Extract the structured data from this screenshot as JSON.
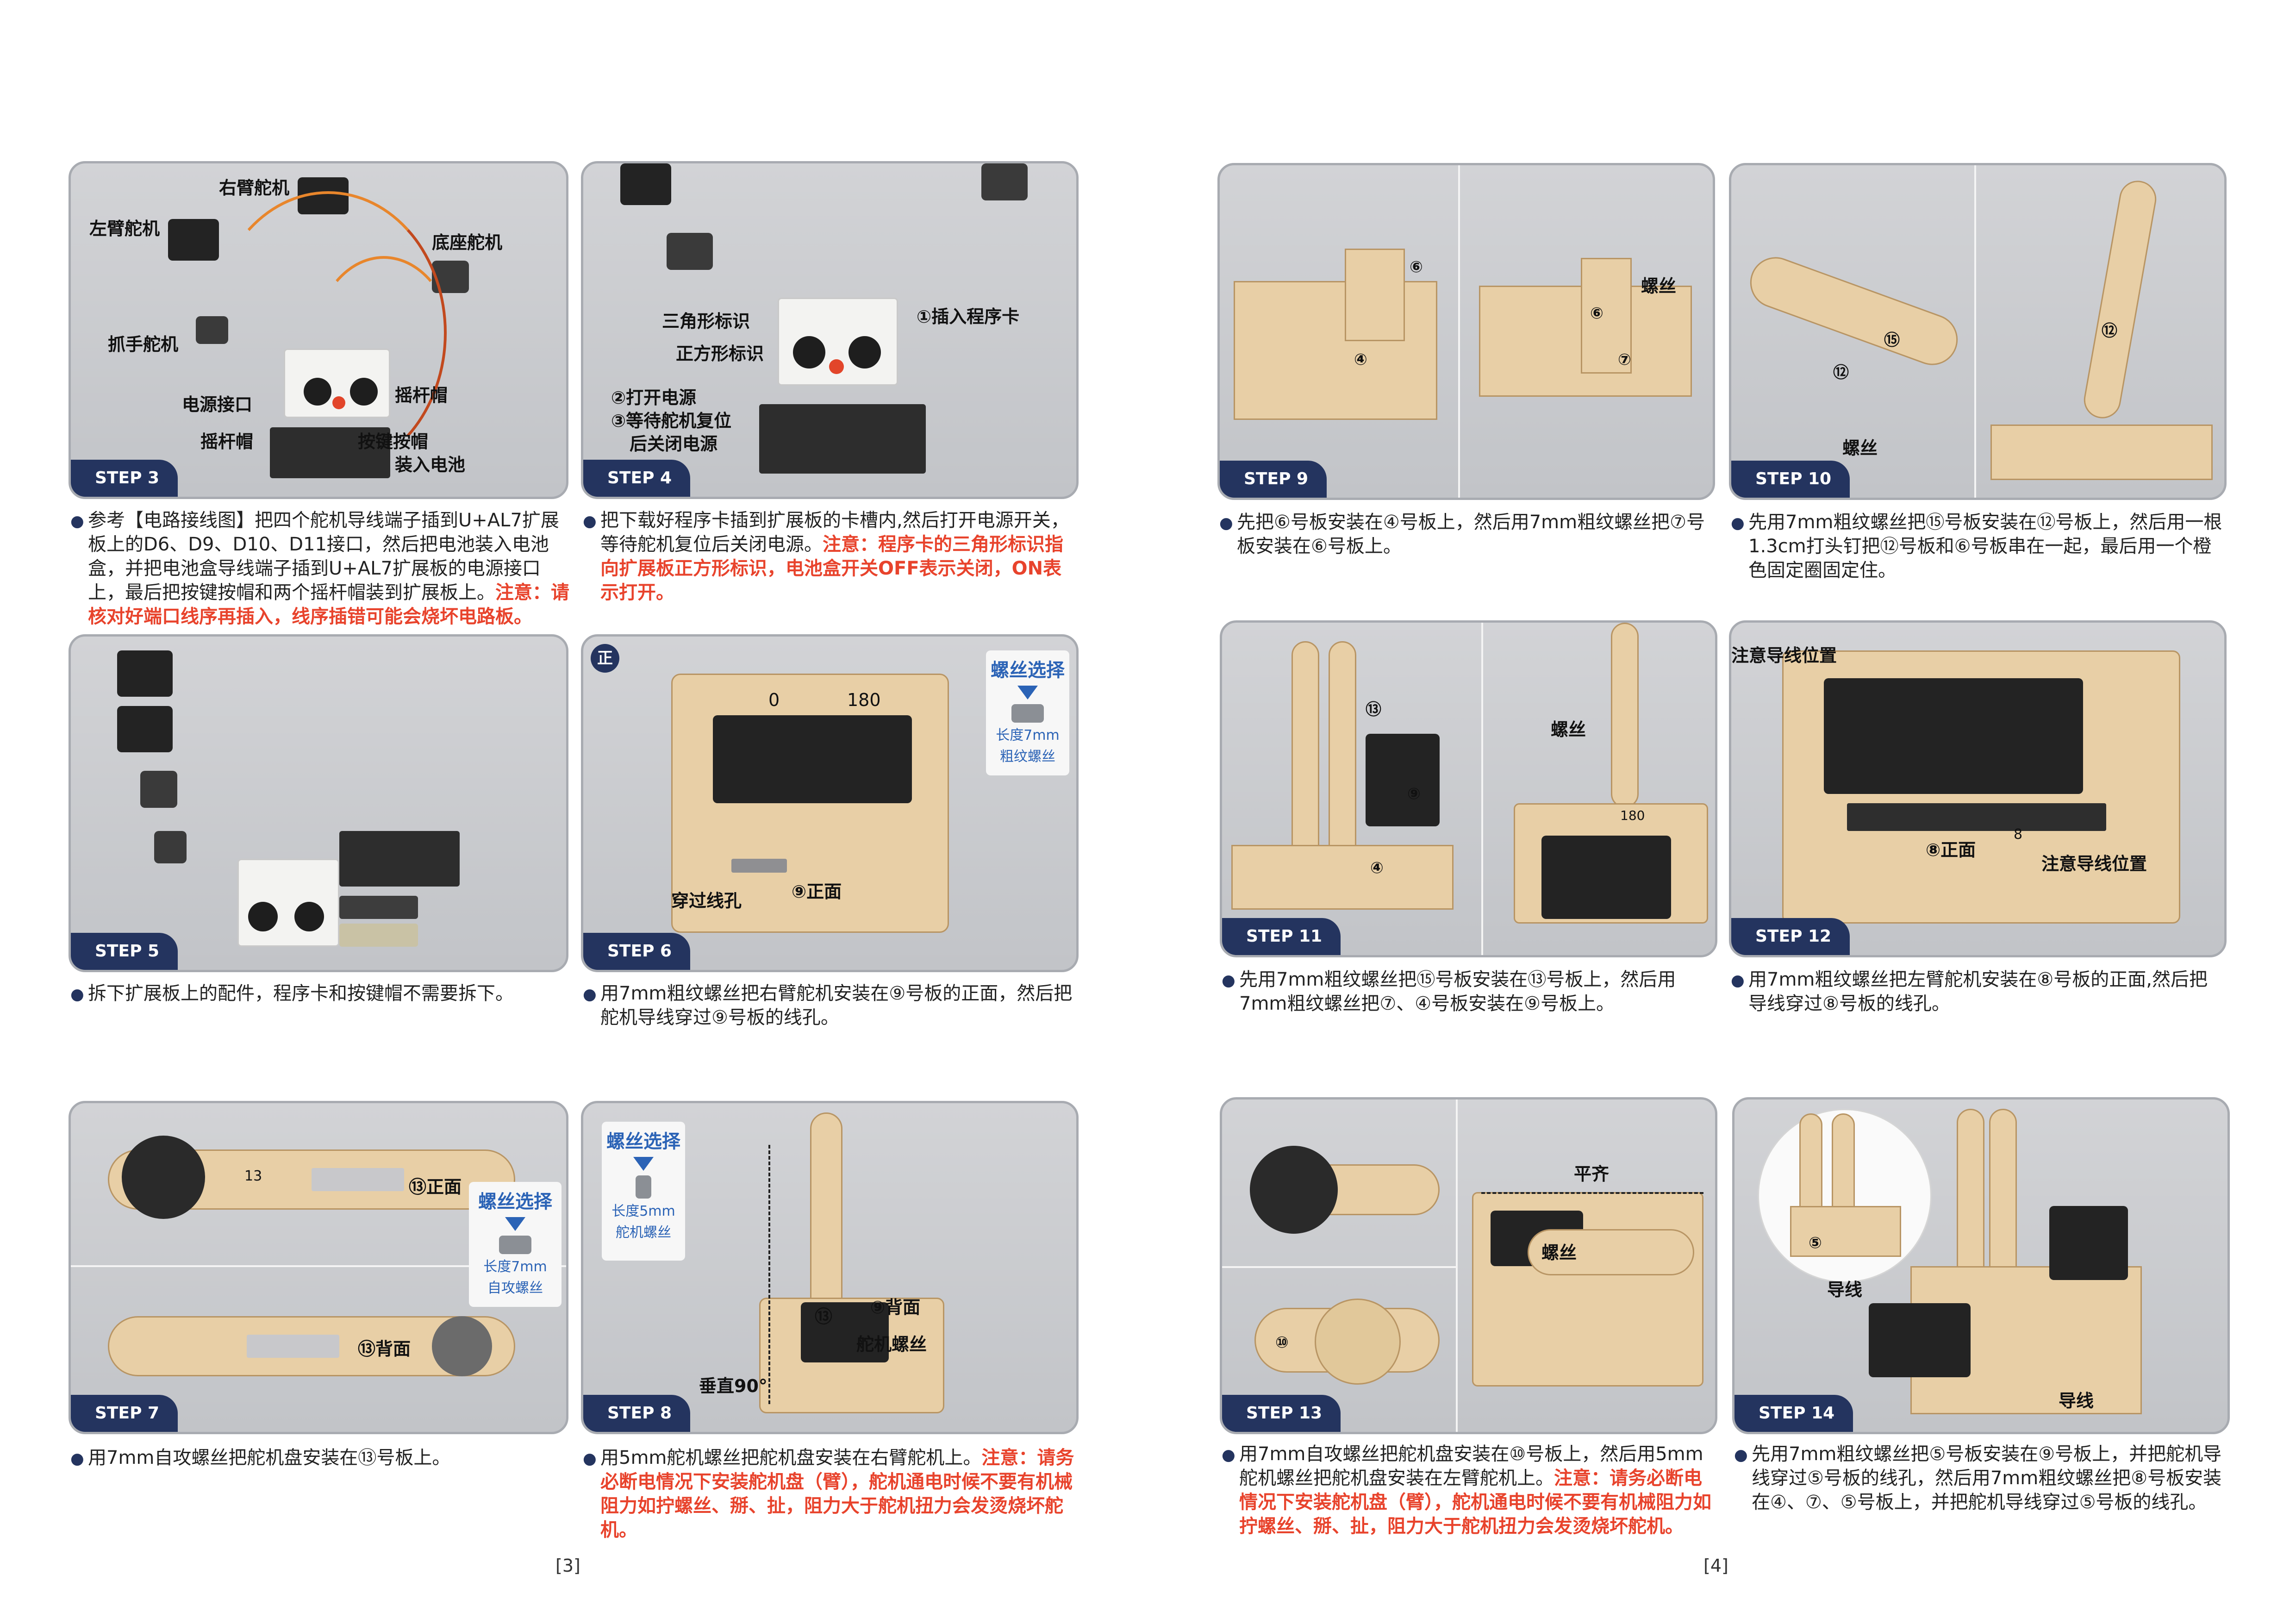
{
  "colors": {
    "navy": "#24345f",
    "note_red": "#e8432c",
    "callout_blue": "#2b63b6",
    "wood": "#e8cfa6"
  },
  "left_page": {
    "page_number": "[3]",
    "steps": {
      "s3": {
        "badge": "STEP 3",
        "labels": {
          "right_arm": "右臂舵机",
          "left_arm": "左臂舵机",
          "base": "底座舵机",
          "gripper": "抓手舵机",
          "power_port": "电源接口",
          "joystick_cap_right": "摇杆帽",
          "joystick_cap_left": "摇杆帽",
          "button_cap": "按键按帽",
          "battery": "装入电池"
        },
        "desc": "参考【电路接线图】把四个舵机导线端子插到U+AL7扩展板上的D6、D9、D10、D11接口，然后把电池装入电池盒，并把电池盒导线端子插到U+AL7扩展板的电源接口上，最后把按键按帽和两个摇杆帽装到扩展板上。",
        "note": "注意：请核对好端口线序再插入，线序插错可能会烧坏电路板。"
      },
      "s4": {
        "badge": "STEP 4",
        "labels": {
          "triangle": "三角形标识",
          "card": "①插入程序卡",
          "square": "正方形标识",
          "power_on": "②打开电源",
          "wait": "③等待舵机复位",
          "power_off": "后关闭电源"
        },
        "desc": "把下载好程序卡插到扩展板的卡槽内,然后打开电源开关，等待舵机复位后关闭电源。",
        "note": "注意：程序卡的三角形标识指向扩展板正方形标识，电池盒开关OFF表示关闭，ON表示打开。"
      },
      "s5": {
        "badge": "STEP 5",
        "desc": "拆下扩展板上的配件，程序卡和按键帽不需要拆下。"
      },
      "s6": {
        "badge": "STEP 6",
        "side": "正",
        "labels": {
          "zero": "0",
          "one_eighty": "180",
          "wire_hole": "穿过线孔",
          "front": "⑨正面"
        },
        "callout": {
          "title": "螺丝选择",
          "line1": "长度7mm",
          "line2": "粗纹螺丝"
        },
        "desc": "用7mm粗纹螺丝把右臂舵机安装在⑨号板的正面，然后把舵机导线穿过⑨号板的线孔。"
      },
      "s7": {
        "badge": "STEP 7",
        "labels": {
          "front": "⑬正面",
          "back": "⑬背面",
          "num": "13"
        },
        "callout": {
          "title": "螺丝选择",
          "line1": "长度7mm",
          "line2": "自攻螺丝"
        },
        "desc": "用7mm自攻螺丝把舵机盘安装在⑬号板上。"
      },
      "s8": {
        "badge": "STEP 8",
        "labels": {
          "back": "⑨背面",
          "num": "⑬",
          "servo_screw": "舵机螺丝",
          "vertical": "垂直90°"
        },
        "callout": {
          "title": "螺丝选择",
          "line1": "长度5mm",
          "line2": "舵机螺丝"
        },
        "desc": "用5mm舵机螺丝把舵机盘安装在右臂舵机上。",
        "note": "注意：请务必断电情况下安装舵机盘（臂），舵机通电时候不要有机械阻力如拧螺丝、掰、扯，阻力大于舵机扭力会发烫烧坏舵机。"
      }
    }
  },
  "right_page": {
    "page_number": "[4]",
    "steps": {
      "s9": {
        "badge": "STEP 9",
        "labels": {
          "six_a": "⑥",
          "four": "④",
          "screw": "螺丝",
          "six_b": "⑥",
          "seven": "⑦"
        },
        "desc": "先把⑥号板安装在④号板上，然后用7mm粗纹螺丝把⑦号板安装在⑥号板上。"
      },
      "s10": {
        "badge": "STEP 10",
        "labels": {
          "fifteen": "⑮",
          "twelve": "⑫",
          "screw": "螺丝",
          "twelve_b": "⑫"
        },
        "desc": "先用7mm粗纹螺丝把⑮号板安装在⑫号板上，然后用一根1.3cm打头钉把⑫号板和⑥号板串在一起，最后用一个橙色固定圈固定住。"
      },
      "s11": {
        "badge": "STEP 11",
        "labels": {
          "thirteen": "⑬",
          "nine": "⑨",
          "four": "④",
          "screw": "螺丝",
          "one_eighty": "180"
        },
        "desc": "先用7mm粗纹螺丝把⑮号板安装在⑬号板上，然后用7mm粗纹螺丝把⑦、④号板安装在⑨号板上。"
      },
      "s12": {
        "badge": "STEP 12",
        "labels": {
          "wire_pos_top": "注意导线位置",
          "front": "⑧正面",
          "wire_pos_bottom": "注意导线位置",
          "eight": "8"
        },
        "desc": "用7mm粗纹螺丝把左臂舵机安装在⑧号板的正面,然后把导线穿过⑧号板的线孔。"
      },
      "s13": {
        "badge": "STEP 13",
        "labels": {
          "flush": "平齐",
          "screw": "螺丝",
          "ten": "⑩"
        },
        "desc": "用7mm自攻螺丝把舵机盘安装在⑩号板上，然后用5mm舵机螺丝把舵机盘安装在左臂舵机上。",
        "note": "注意：请务必断电情况下安装舵机盘（臂），舵机通电时候不要有机械阻力如拧螺丝、掰、扯，阻力大于舵机扭力会发烫烧坏舵机。"
      },
      "s14": {
        "badge": "STEP 14",
        "labels": {
          "five": "⑤",
          "wire_a": "导线",
          "wire_b": "导线"
        },
        "desc": "先用7mm粗纹螺丝把⑤号板安装在⑨号板上，并把舵机导线穿过⑤号板的线孔，然后用7mm粗纹螺丝把⑧号板安装在④、⑦、⑤号板上，并把舵机导线穿过⑤号板的线孔。"
      }
    }
  }
}
